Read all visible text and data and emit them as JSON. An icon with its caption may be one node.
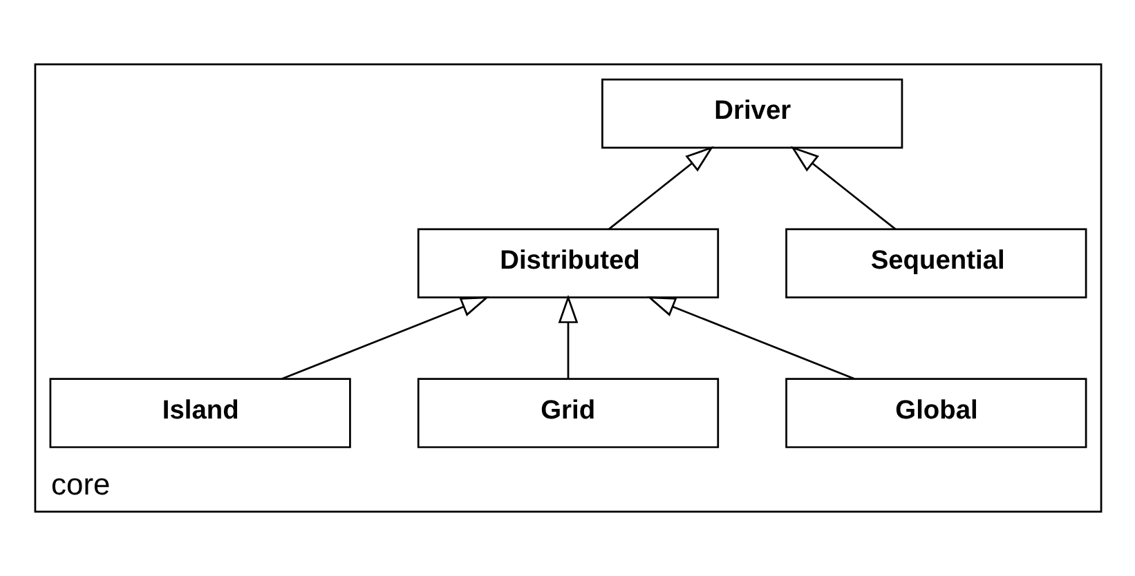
{
  "diagram": {
    "nodes": [
      {
        "text": [
          "core"
        ]
      },
      {
        "text": [
          "Driver"
        ],
        "in": 0
      },
      {
        "text": [
          "Sequential"
        ],
        "in": 0
      },
      {
        "text": [
          "Distributed"
        ],
        "in": 0
      },
      {
        "text": [
          "Global"
        ],
        "in": 0
      },
      {
        "text": [
          "Grid"
        ],
        "in": 0
      },
      {
        "text": [
          "Island"
        ],
        "in": 0
      }
    ],
    "edges": [
      {
        "from": 2,
        "to": 1,
        "arrow": "to"
      },
      {
        "from": 3,
        "to": 1,
        "arrow": "to"
      },
      {
        "from": 4,
        "to": 3,
        "arrow": "to"
      },
      {
        "from": 5,
        "to": 3,
        "arrow": "to"
      },
      {
        "from": 6,
        "to": 3,
        "arrow": "to"
      }
    ]
  }
}
